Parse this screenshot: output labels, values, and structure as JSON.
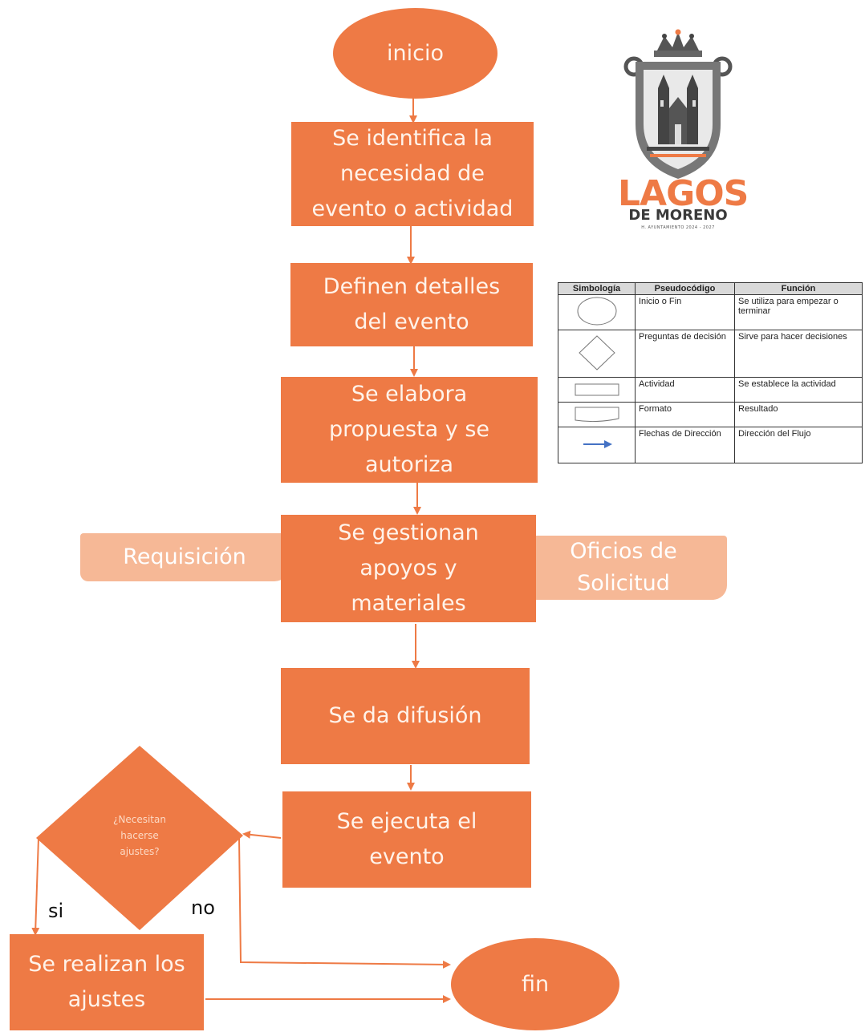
{
  "flow": {
    "start": "inicio",
    "step1": "Se identifica la\nnecesidad de\nevento o actividad",
    "step2": "Definen detalles\ndel evento",
    "step3": "Se elabora\npropuesta y se\nautoriza",
    "step4": "Se gestionan\napoyos y\nmateriales",
    "doc_left": "Requisición",
    "doc_right": "Oficios de\nSolicitud",
    "step5": "Se da difusión",
    "step6": "Se ejecuta el\nevento",
    "decision": "¿Necesitan\nhacerse\najustes?",
    "label_yes": "si",
    "label_no": "no",
    "step7": "Se realizan los\najustes",
    "end": "fin"
  },
  "logo": {
    "title": "LAGOS",
    "subtitle": "DE MORENO",
    "fine_print": "H. AYUNTAMIENTO 2024 - 2027"
  },
  "legend": {
    "headers": [
      "Simbología",
      "Pseudocódigo",
      "Función"
    ],
    "rows": [
      {
        "symbol": "ellipse-icon",
        "pseudo": "Inicio o Fin",
        "function": "Se utiliza para empezar o terminar"
      },
      {
        "symbol": "diamond-icon",
        "pseudo": "Preguntas de decisión",
        "function": "Sirve para hacer decisiones"
      },
      {
        "symbol": "rectangle-icon",
        "pseudo": "Actividad",
        "function": "Se establece la actividad"
      },
      {
        "symbol": "document-icon",
        "pseudo": "Formato",
        "function": "Resultado"
      },
      {
        "symbol": "arrow-icon",
        "pseudo": "Flechas de Dirección",
        "function": "Dirección del Flujo"
      }
    ]
  },
  "colors": {
    "node": "#ee7a45",
    "document": "#f6b896",
    "arrow": "#ee7a45",
    "legend_arrow": "#4472c4"
  }
}
